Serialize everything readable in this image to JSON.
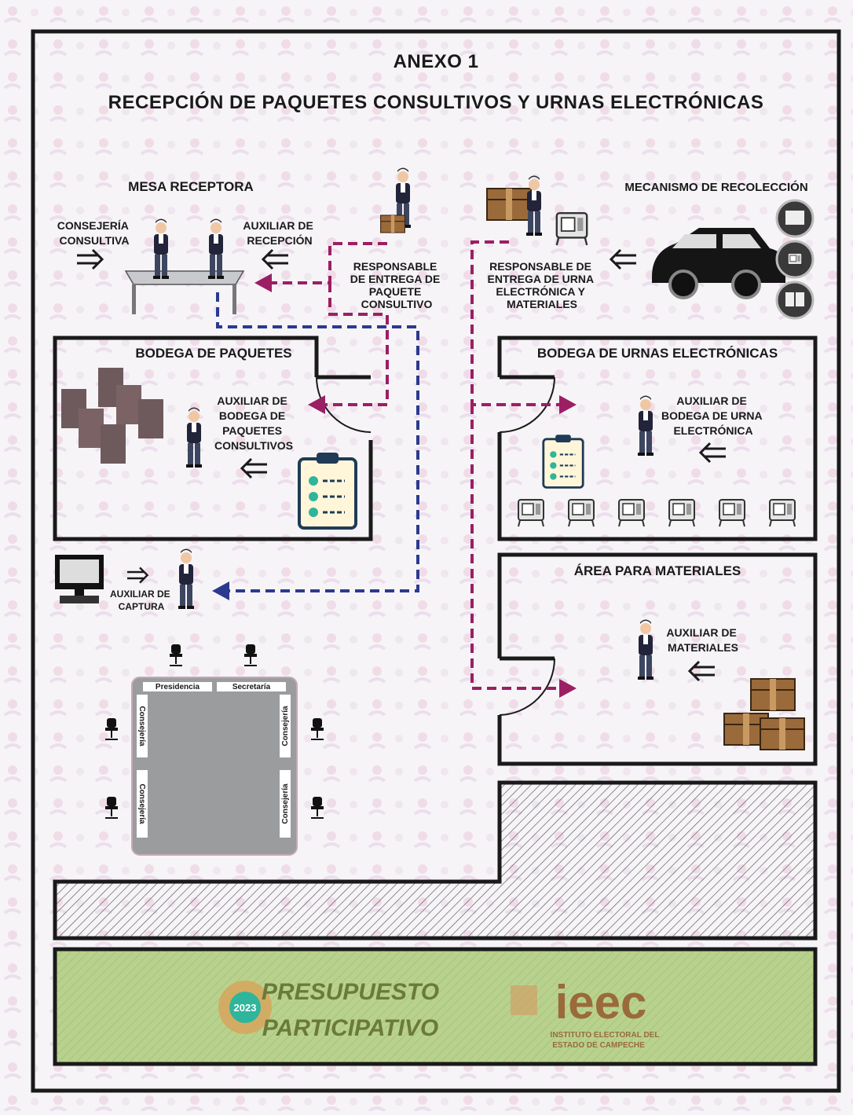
{
  "annex": "ANEXO 1",
  "title": "RECEPCIÓN DE PAQUETES CONSULTIVOS Y URNAS ELECTRÓNICAS",
  "mesa_receptora": {
    "heading": "MESA RECEPTORA",
    "consejeria_lines": [
      "CONSEJERÍA",
      "CONSULTIVA"
    ],
    "aux_recepcion_lines": [
      "AUXILIAR DE",
      "RECEPCIÓN"
    ]
  },
  "resp_paquete_lines": [
    "RESPONSABLE",
    "DE ENTREGA DE",
    "PAQUETE",
    "CONSULTIVO"
  ],
  "resp_urna_lines": [
    "RESPONSABLE DE",
    "ENTREGA DE URNA",
    "ELECTRÓNICA Y",
    "MATERIALES"
  ],
  "mecanismo": "MECANISMO DE RECOLECCIÓN",
  "bodega_paquetes": {
    "title": "BODEGA DE PAQUETES",
    "aux_lines": [
      "AUXILIAR DE",
      "BODEGA DE",
      "PAQUETES",
      "CONSULTIVOS"
    ]
  },
  "bodega_urnas": {
    "title": "BODEGA DE URNAS ELECTRÓNICAS",
    "aux_lines": [
      "AUXILIAR DE",
      "BODEGA DE URNA",
      "ELECTRÓNICA"
    ]
  },
  "area_materiales": {
    "title": "ÁREA PARA MATERIALES",
    "aux_lines": [
      "AUXILIAR DE",
      "MATERIALES"
    ]
  },
  "aux_captura_lines": [
    "AUXILIAR DE",
    "CAPTURA"
  ],
  "meeting_table": {
    "presidencia": "Presidencia",
    "secretaria": "Secretaría",
    "consejeria": "Consejería"
  },
  "footer": {
    "logo_year": "2023",
    "logo_lines": [
      "PRESUPUESTO",
      "PARTICIPATIVO"
    ],
    "ieec": "ieec",
    "ieec_lines": [
      "INSTITUTO ELECTORAL DEL",
      "ESTADO DE CAMPECHE"
    ]
  },
  "colors": {
    "magenta": "#9b1f63",
    "navy": "#2b3a8f",
    "green": "#b8d28e",
    "olive": "#6b7a3a",
    "brown": "#9a6a3b",
    "teal": "#2fb59b",
    "frame": "#1a1a1a"
  }
}
